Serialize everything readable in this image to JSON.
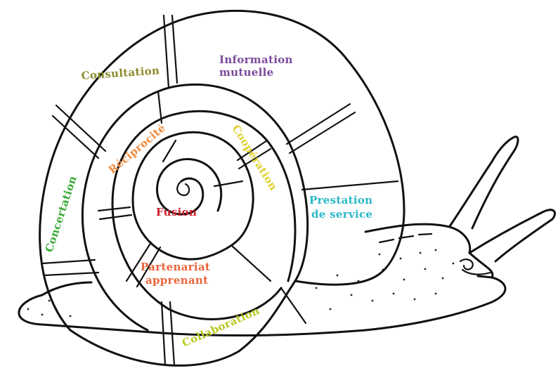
{
  "labels": {
    "information_mutuelle": {
      "line1": "Information",
      "line2": "mutuelle",
      "color": "#7b4a9c"
    },
    "consultation": {
      "text": "Consultation",
      "color": "#8a8a2a"
    },
    "reciprocite": {
      "text": "Réciprocité",
      "color": "#f08a3a"
    },
    "cooperation": {
      "text": "Coopération",
      "color": "#e0d030"
    },
    "prestation_de_service": {
      "line1": "Prestation",
      "line2": "de service",
      "color": "#2ab8c8"
    },
    "concertation": {
      "text": "Concertation",
      "color": "#3aa838"
    },
    "fusion": {
      "text": "Fusion",
      "color": "#c8202a"
    },
    "partenariat_apprenant": {
      "line1": "Partenariat",
      "line2": "apprenant",
      "color": "#e8643a"
    },
    "collaboration": {
      "text": "Collaboration",
      "color": "#b8c820"
    }
  }
}
